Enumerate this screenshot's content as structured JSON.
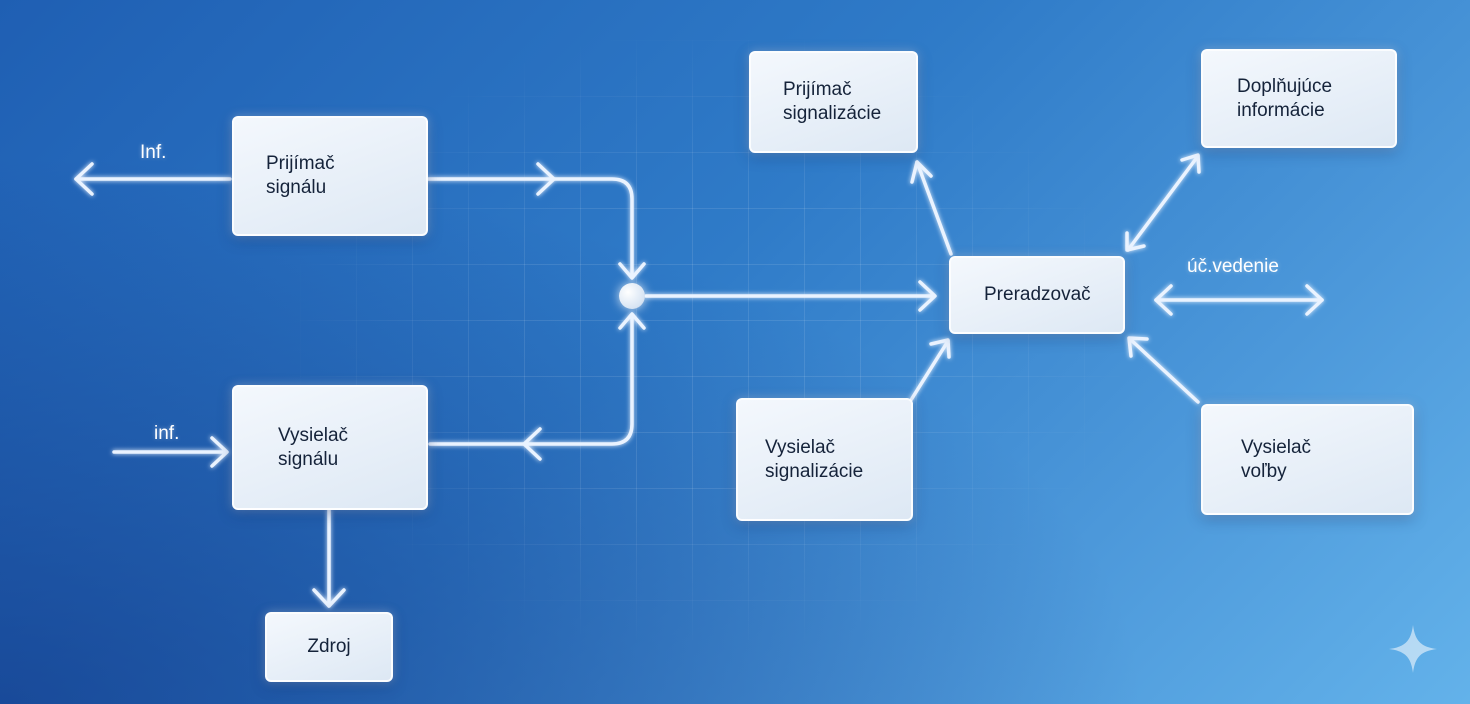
{
  "blocks": {
    "signal_receiver": "Prijímač\nsignálu",
    "signal_transmitter": "Vysielač\nsignálu",
    "source": "Zdroj",
    "signaling_receiver": "Prijímač\nsignalizácie",
    "signaling_transmitter": "Vysielač\nsignalizácie",
    "switch": "Preradzovač",
    "additional_info": "Doplňujúce\ninformácie",
    "dial_transmitter": "Vysielač\nvoľby"
  },
  "labels": {
    "inf_out": "Inf.",
    "inf_in": "inf.",
    "line": "úč.vedenie"
  },
  "colors": {
    "wire": "#eaf3ff",
    "box_text": "#15233a"
  }
}
